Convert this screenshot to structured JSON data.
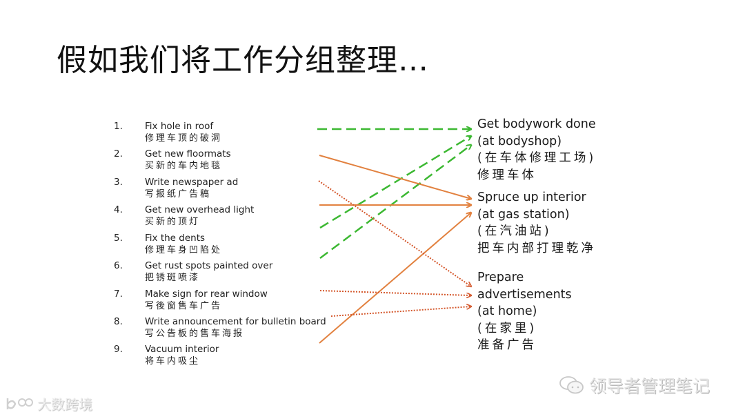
{
  "slide": {
    "title": "假如我们将工作分组整理…"
  },
  "tasks": [
    {
      "num": "1.",
      "en": "Fix hole in roof",
      "zh": "修理车顶的破洞"
    },
    {
      "num": "2.",
      "en": "Get new floormats",
      "zh": "买新的车内地毯"
    },
    {
      "num": "3.",
      "en": "Write newspaper ad",
      "zh": "写报纸广告稿"
    },
    {
      "num": "4.",
      "en": "Get new overhead light",
      "zh": "买新的顶灯"
    },
    {
      "num": "5.",
      "en": "Fix the dents",
      "zh": "修理车身凹陷处"
    },
    {
      "num": "6.",
      "en": "Get rust spots painted over",
      "zh": "把锈斑喷漆"
    },
    {
      "num": "7.",
      "en": "Make sign for rear window",
      "zh": "写後窗售车广告"
    },
    {
      "num": "8.",
      "en": "Write announcement for bulletin board",
      "zh": "写公告板的售车海报"
    },
    {
      "num": "9.",
      "en": "Vacuum interior",
      "zh": "将车内吸尘"
    }
  ],
  "groups": [
    {
      "lines": [
        "Get bodywork done",
        "(at bodyshop)",
        "(在车体修理工场)",
        "修理车体"
      ]
    },
    {
      "lines": [
        "Spruce up interior",
        "(at gas station)",
        "(在汽油站)",
        "把车内部打理乾净"
      ]
    },
    {
      "lines": [
        "Prepare",
        "advertisements",
        "(at home)",
        "(在家里)",
        "准备广告"
      ]
    }
  ],
  "arrow_colors": {
    "bodywork": "#3cb832",
    "interior": "#e2813f",
    "advertisements": "#d4572b"
  },
  "watermarks": {
    "right": "领导者管理笔记",
    "left": "大数跨境"
  }
}
